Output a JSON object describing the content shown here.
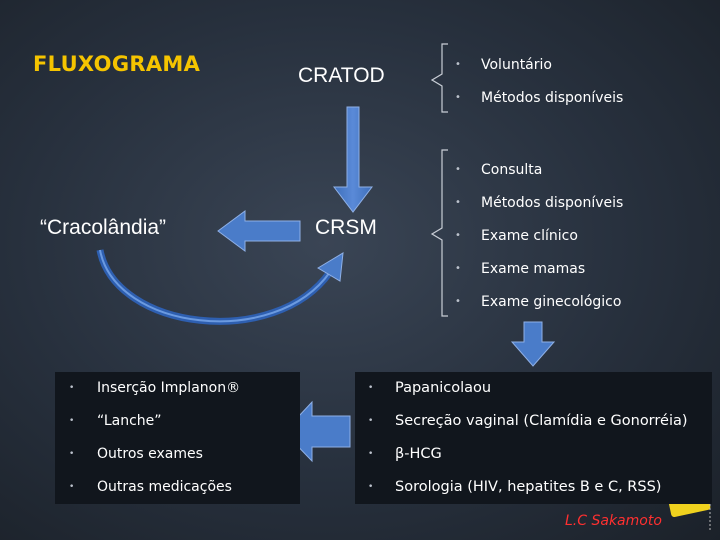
{
  "title": "FLUXOGRAMA",
  "nodes": {
    "cratod": "CRATOD",
    "crsm": "CRSM",
    "cracolandia": "“Cracolândia”"
  },
  "cratod_list": [
    "Voluntário",
    "Métodos disponíveis"
  ],
  "crsm_list": [
    "Consulta",
    "Métodos disponíveis",
    "Exame clínico",
    "Exame mamas",
    "Exame ginecológico"
  ],
  "left_box": [
    "Inserção Implanon®",
    "“Lanche”",
    "Outros exames",
    "Outras medicações"
  ],
  "right_box": [
    "Papanicolaou",
    "Secreção vaginal (Clamídia e Gonorréia)",
    "β-HCG",
    "Sorologia (HIV, hepatites B e C, RSS)"
  ],
  "signature": "L.C Sakamoto",
  "colors": {
    "title": "#f5c400",
    "arrow": "#4a7cc9",
    "signature": "#ff3030",
    "badge": "#f0d21e"
  },
  "icons": [
    "down-arrow-icon",
    "left-arrow-icon",
    "curved-arrow-icon",
    "brace-icon",
    "face-badge-icon"
  ]
}
